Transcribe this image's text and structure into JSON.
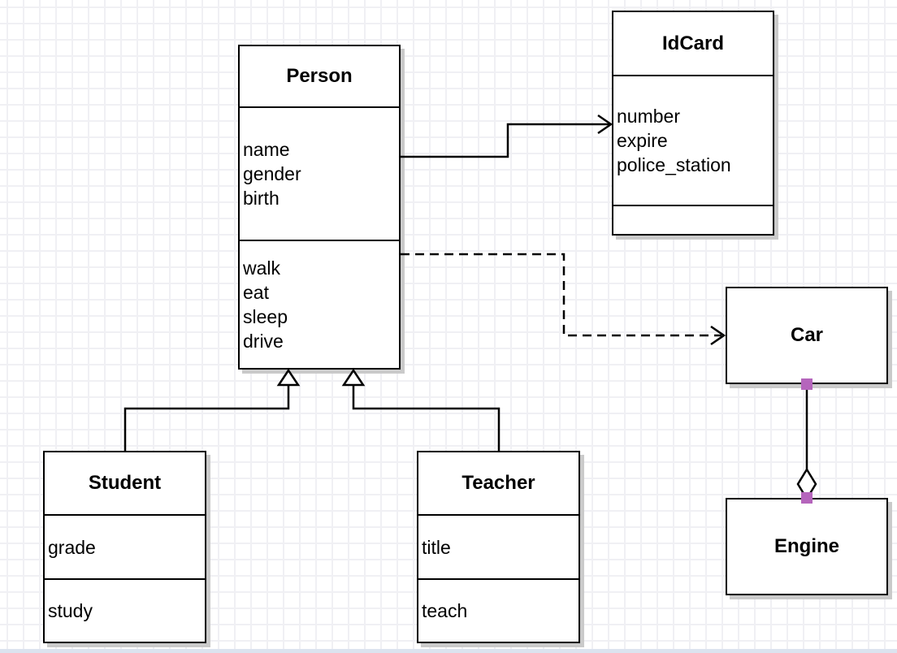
{
  "classes": {
    "person": {
      "title": "Person",
      "attributes": [
        "name",
        "gender",
        "birth"
      ],
      "methods": [
        "walk",
        "eat",
        "sleep",
        "drive"
      ]
    },
    "idcard": {
      "title": "IdCard",
      "attributes": [
        "number",
        "expire",
        "police_station"
      ],
      "methods": []
    },
    "car": {
      "title": "Car"
    },
    "engine": {
      "title": "Engine"
    },
    "student": {
      "title": "Student",
      "attributes": [
        "grade"
      ],
      "methods": [
        "study"
      ]
    },
    "teacher": {
      "title": "Teacher",
      "attributes": [
        "title"
      ],
      "methods": [
        "teach"
      ]
    }
  },
  "relationships": [
    {
      "type": "association",
      "from": "Person",
      "to": "IdCard",
      "line": "solid",
      "end": "open-arrow"
    },
    {
      "type": "dependency",
      "from": "Person",
      "to": "Car",
      "line": "dashed",
      "end": "open-arrow"
    },
    {
      "type": "generalization",
      "from": "Student",
      "to": "Person",
      "line": "solid",
      "end": "hollow-triangle"
    },
    {
      "type": "generalization",
      "from": "Teacher",
      "to": "Person",
      "line": "solid",
      "end": "hollow-triangle"
    },
    {
      "type": "aggregation",
      "from": "Car",
      "to": "Engine",
      "line": "solid",
      "end": "hollow-diamond",
      "selected": true
    }
  ],
  "colors": {
    "endpoint_handle": "#b565bc",
    "box_border": "#000000",
    "box_fill": "#ffffff",
    "shadow": "#cacaca",
    "grid_line": "#f0f0f4",
    "canvas": "#ffffff",
    "bottom_bar": "#dce3ef"
  }
}
